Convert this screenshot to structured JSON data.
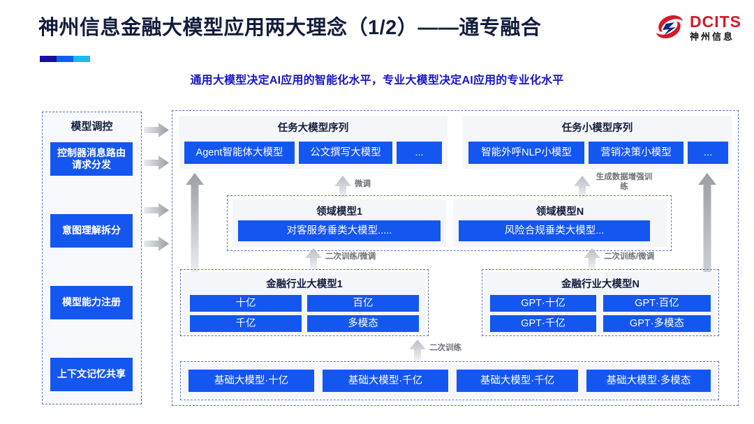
{
  "header": {
    "title": "神州信息金融大模型应用两大理念（1/2）——通专融合",
    "subtitle": "通用大模型决定AI应用的智能化水平，专业大模型决定AI应用的专业化水平",
    "logo": {
      "en": "DCITS",
      "cn": "神州信息",
      "brand_color": "#d7182a"
    },
    "accent_bar": [
      "#1a0f9e",
      "#0d5ff5",
      "#20b9f0"
    ]
  },
  "control_panel": {
    "title": "模型调控",
    "items": [
      {
        "label": "控制器消息路由请求分发"
      },
      {
        "label": "意图理解拆分"
      },
      {
        "label": "模型能力注册"
      },
      {
        "label": "上下文记忆共享"
      }
    ]
  },
  "task_big": {
    "title": "任务大模型序列",
    "items": [
      "Agent智能体大模型",
      "公文撰写大模型",
      "..."
    ]
  },
  "task_small": {
    "title": "任务小模型序列",
    "items": [
      "智能外呼NLP小模型",
      "营销决策小模型",
      "..."
    ]
  },
  "domain_models": [
    {
      "title": "领域模型1",
      "item": "对客服务垂类大模型....."
    },
    {
      "title": "领域模型N",
      "item": "风险合规垂类大模型..."
    }
  ],
  "industry_models": [
    {
      "title": "金融行业大模型1",
      "items": [
        "十亿",
        "百亿",
        "千亿",
        "多模态"
      ]
    },
    {
      "title": "金融行业大模型N",
      "items": [
        "GPT·十亿",
        "GPT·百亿",
        "GPT·千亿",
        "GPT·多模态"
      ]
    }
  ],
  "base_models": {
    "items": [
      "基础大模型·十亿",
      "基础大模型·千亿",
      "基础大模型·千亿",
      "基础大模型·多模态"
    ]
  },
  "arrow_labels": {
    "finetune": "微调",
    "gen_data_aug": "生成数据增强训练",
    "retrain_finetune_left": "二次训练/微调",
    "retrain_finetune_right": "二次训练/微调",
    "retrain": "二次训练"
  },
  "colors": {
    "blue_box": "#1456f0",
    "dark_navy": "#131c3c",
    "subtitle_blue": "#1616c4",
    "panel_bg": "#f4f6f9",
    "dashed_border": "#5b6fbf",
    "arrow_gray": "#a9adb3"
  }
}
